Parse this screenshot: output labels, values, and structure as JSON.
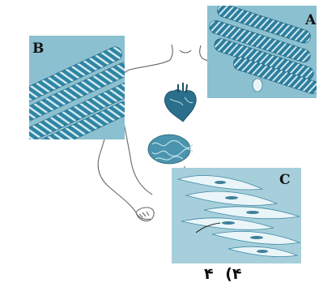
{
  "labels": {
    "a": "A",
    "b": "B",
    "c": "C"
  },
  "option": {
    "number": "(۴",
    "value": "۴"
  },
  "colors": {
    "panel_bg": "#7fb6c9",
    "panel_bg_light": "#a9d0dc",
    "muscle_dark": "#1f6f8f",
    "muscle_mid": "#3f93b0",
    "muscle_light": "#bfe1ea",
    "outline": "#555555",
    "heart": "#2a6f8c",
    "intestine": "#4a94ad"
  },
  "icons": {
    "panel_a": "skeletal-muscle-fibers-icon",
    "panel_b": "cardiac-muscle-fibers-icon",
    "panel_c": "smooth-muscle-cells-icon",
    "body": "human-torso-outline-icon"
  }
}
